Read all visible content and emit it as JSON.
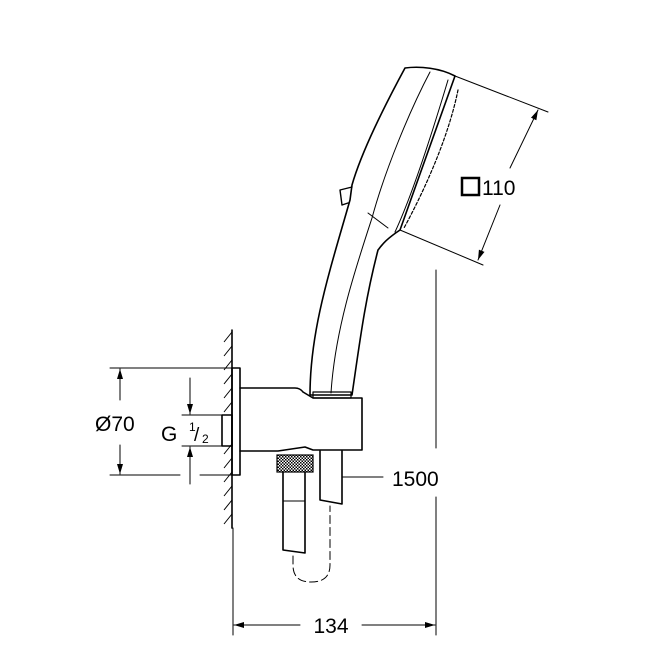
{
  "drawing": {
    "type": "technical-drawing",
    "subject": "hand shower set with wall outlet holder and hose",
    "colors": {
      "line": "#000000",
      "background": "#ffffff"
    }
  },
  "dimensions": {
    "shower_head_size": {
      "symbol": "square-icon",
      "value": "110"
    },
    "wall_flange_diameter": {
      "symbol": "Ø",
      "value": "70",
      "label": "Ø70"
    },
    "thread": {
      "letter": "G",
      "numerator": "1",
      "denominator": "2"
    },
    "hose_length": {
      "value": "1500"
    },
    "projection": {
      "value": "134"
    }
  }
}
